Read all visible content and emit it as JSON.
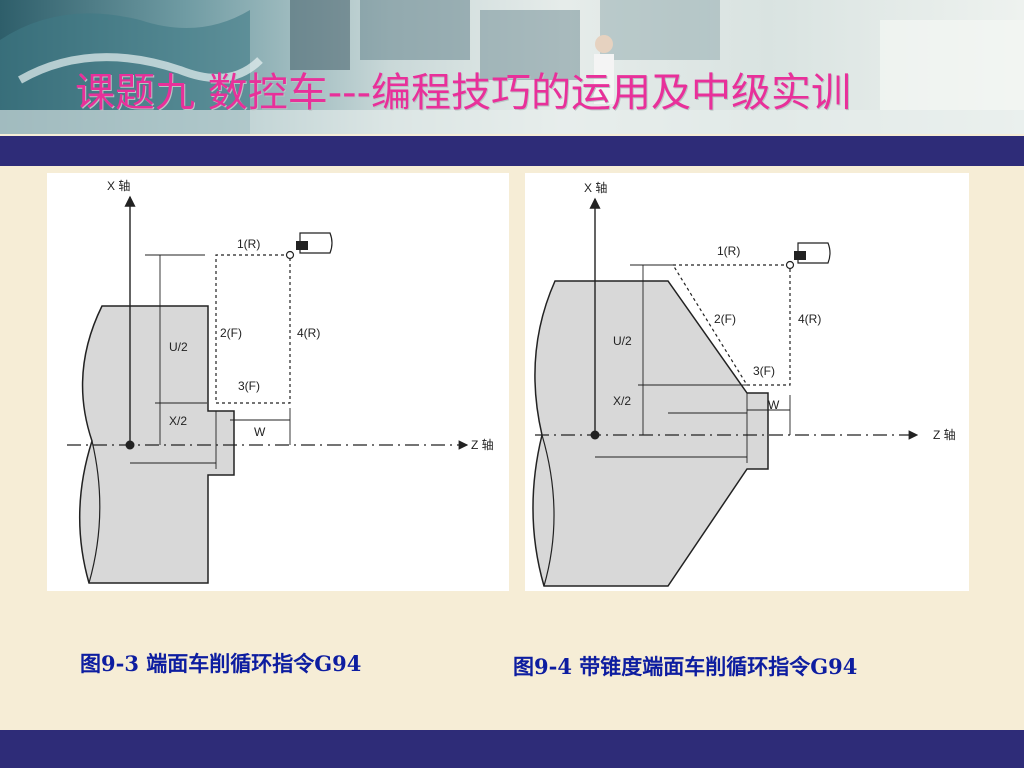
{
  "header": {
    "title": "课题九 数控车---编程技巧的运用及中级实训"
  },
  "figures": [
    {
      "id": "fig-9-3",
      "caption": "图9-3   端面车削循环指令G94",
      "x_axis_label": "X 轴",
      "z_axis_label": "Z 轴",
      "path_labels": [
        "1(R)",
        "2(F)",
        "3(F)",
        "4(R)"
      ],
      "dim_labels": [
        "U/2",
        "X/2",
        "W"
      ]
    },
    {
      "id": "fig-9-4",
      "caption": "图9-4  带锥度端面车削循环指令G94",
      "x_axis_label": "X 轴",
      "z_axis_label": "Z 轴",
      "path_labels": [
        "1(R)",
        "2(F)",
        "3(F)",
        "4(R)"
      ],
      "dim_labels": [
        "U/2",
        "X/2",
        "W"
      ]
    }
  ],
  "colors": {
    "title": "#e8309a",
    "band": "#2e2c78",
    "caption": "#0d1da0",
    "background": "#f6edd6",
    "workpiece": "#d8d8d8"
  }
}
